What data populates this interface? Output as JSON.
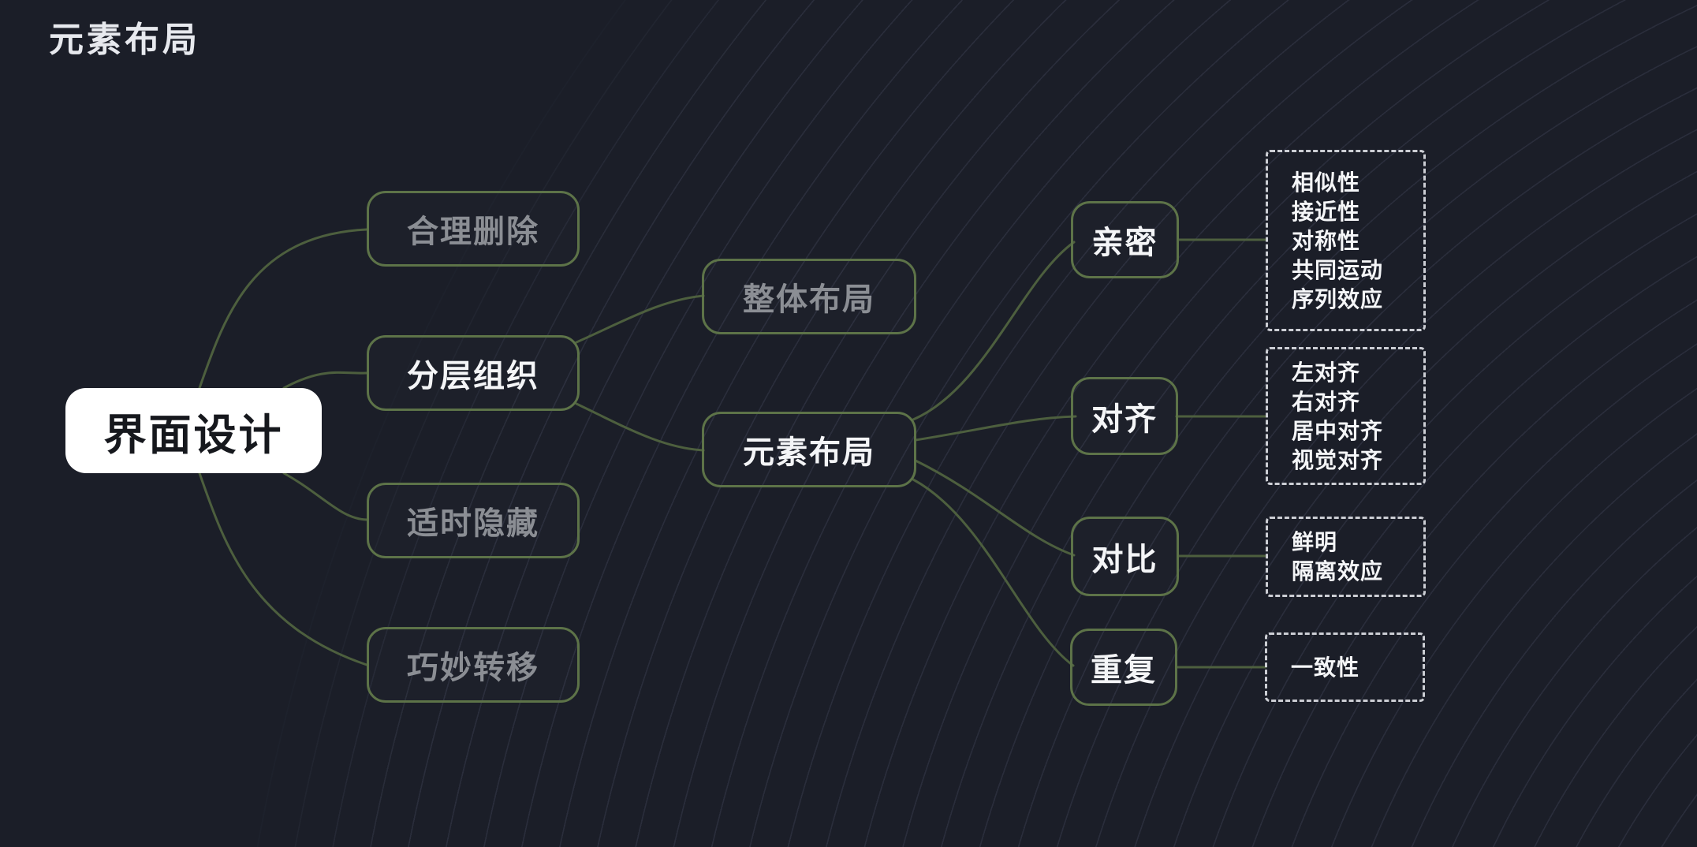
{
  "title": "元素布局",
  "colors": {
    "background": "#1b1e28",
    "connector_green": "#4d5f3e",
    "node_border_green": "#5d7348",
    "dimmed_text": "#8b8e94",
    "active_text": "#f4f5f7",
    "root_background": "#ffffff",
    "root_text": "#16181d",
    "dashed_border": "#ccced4"
  },
  "mindmap": {
    "root": {
      "label": "界面设计"
    },
    "branches": [
      {
        "label": "合理删除",
        "state": "dimmed"
      },
      {
        "label": "分层组织",
        "state": "active"
      },
      {
        "label": "适时隐藏",
        "state": "dimmed"
      },
      {
        "label": "巧妙转移",
        "state": "dimmed"
      }
    ],
    "sub_branches": [
      {
        "label": "整体布局",
        "state": "dimmed"
      },
      {
        "label": "元素布局",
        "state": "active"
      }
    ],
    "principles": [
      {
        "label": "亲密",
        "details": [
          "相似性",
          "接近性",
          "对称性",
          "共同运动",
          "序列效应"
        ]
      },
      {
        "label": "对齐",
        "details": [
          "左对齐",
          "右对齐",
          "居中对齐",
          "视觉对齐"
        ]
      },
      {
        "label": "对比",
        "details": [
          "鲜明",
          "隔离效应"
        ]
      },
      {
        "label": "重复",
        "details": [
          "一致性"
        ]
      }
    ]
  }
}
